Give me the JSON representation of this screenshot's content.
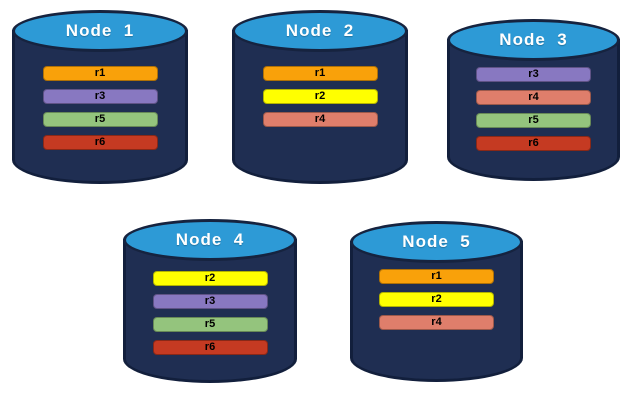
{
  "diagram_title": "",
  "colors": {
    "background": "#FFFFFF",
    "cylinder_body": "#1F2E52",
    "cylinder_outline": "#121F3C",
    "cylinder_top": "#2D9AD6",
    "title_text": "#FFFFFF",
    "bar_text": "#000000"
  },
  "replica_colors": {
    "r1": "#F9A10A",
    "r2": "#FFFF00",
    "r3": "#8878C1",
    "r4": "#DF7E6B",
    "r5": "#94C47D",
    "r6": "#C53A22"
  },
  "nodes": [
    {
      "title": "Node  1",
      "replicas": [
        "r1",
        "r3",
        "r5",
        "r6"
      ]
    },
    {
      "title": "Node  2",
      "replicas": [
        "r1",
        "r2",
        "r4"
      ]
    },
    {
      "title": "Node  3",
      "replicas": [
        "r3",
        "r4",
        "r5",
        "r6"
      ]
    },
    {
      "title": "Node  4",
      "replicas": [
        "r2",
        "r3",
        "r5",
        "r6"
      ]
    },
    {
      "title": "Node  5",
      "replicas": [
        "r1",
        "r2",
        "r4"
      ]
    }
  ]
}
